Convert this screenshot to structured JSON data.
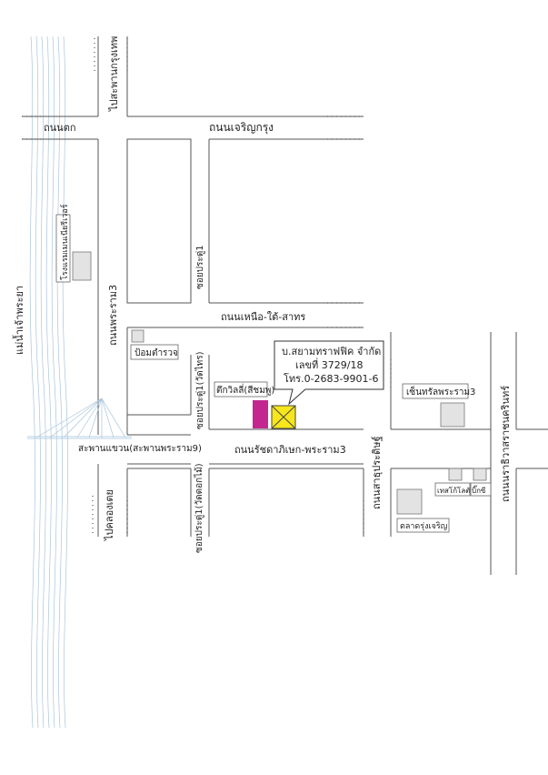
{
  "map": {
    "river": "แม่น้ำเจ้าพระยา",
    "roads": {
      "bridge_top": "ไปสะพานกรุงเทพ",
      "tok": "ถนนตก",
      "charoenkrung": "ถนนเจริญกรุง",
      "rama3_vertical": "ถนนพระราม3",
      "soi_pradu1": "ซอยประดู่1",
      "nuea_tai_sathon": "ถนนเหนือ-ใต้-สาทร",
      "soi_pradu1_wat_sai": "ซอยประดู่1(วัดไทร)",
      "ratchadaphisek_rama3": "ถนนรัชดาภิเษก-พระราม3",
      "sathupradit": "ถนนสาธุประดิษฐ์",
      "narathiwat": "ถนนนราธิวาสราชนครินทร์",
      "sling_bridge": "สะพานแขวน(สะพานพระราม9)",
      "klong_toei": "ไปคลองเตย",
      "soi_pradu1_wat_dok_mai": "ซอยประดู่1(วัดดอกไม้)"
    },
    "places": {
      "hotel": "โรงแรมเมนเนียรีเวอร์",
      "police_box": "ป้อมตำรวจ",
      "tv_building": "ตึกวิลลี่(สีชมพู)",
      "central_rama3": "เซ็นทรัลพระราม3",
      "tesco_lotus": "เทสโก้โลตัส",
      "big_c": "บิ๊กซี",
      "charoen_market": "ตลาดรุ่งเจริญ"
    },
    "company": {
      "name": "บ.สยามทราฟฟิค จำกัด",
      "number": "เลขที่ 3729/18",
      "phone": "โทร.0-2683-9901-6"
    },
    "colors": {
      "pink_building": "#c3278f",
      "target_marker": "#f6e61b",
      "river_lines": "#a9c4dc"
    }
  }
}
